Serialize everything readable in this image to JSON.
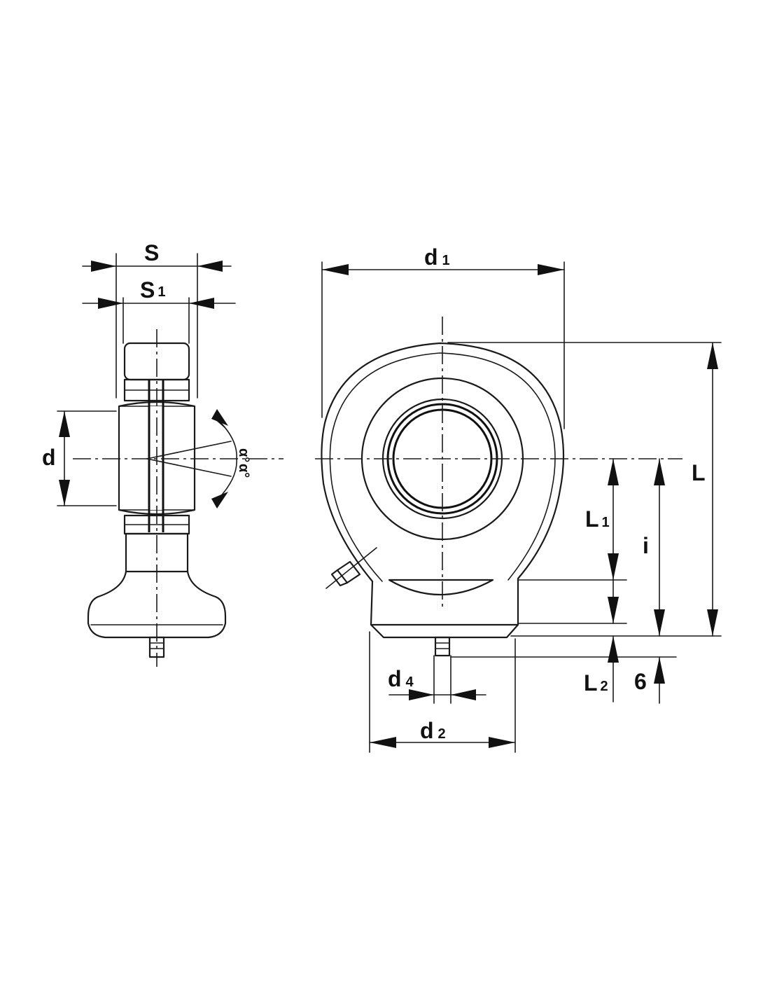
{
  "labels": {
    "S": "S",
    "S1_main": "S",
    "S1_sub": "1",
    "d": "d",
    "alpha_top": "α°",
    "alpha_bottom": "α°",
    "d1_main": "d",
    "d1_sub": "1",
    "L": "L",
    "L1_main": "L",
    "L1_sub": "1",
    "i": "i",
    "L2_main": "L",
    "L2_sub": "2",
    "six": "6",
    "d4_main": "d",
    "d4_sub": "4",
    "d2_main": "d",
    "d2_sub": "2"
  }
}
